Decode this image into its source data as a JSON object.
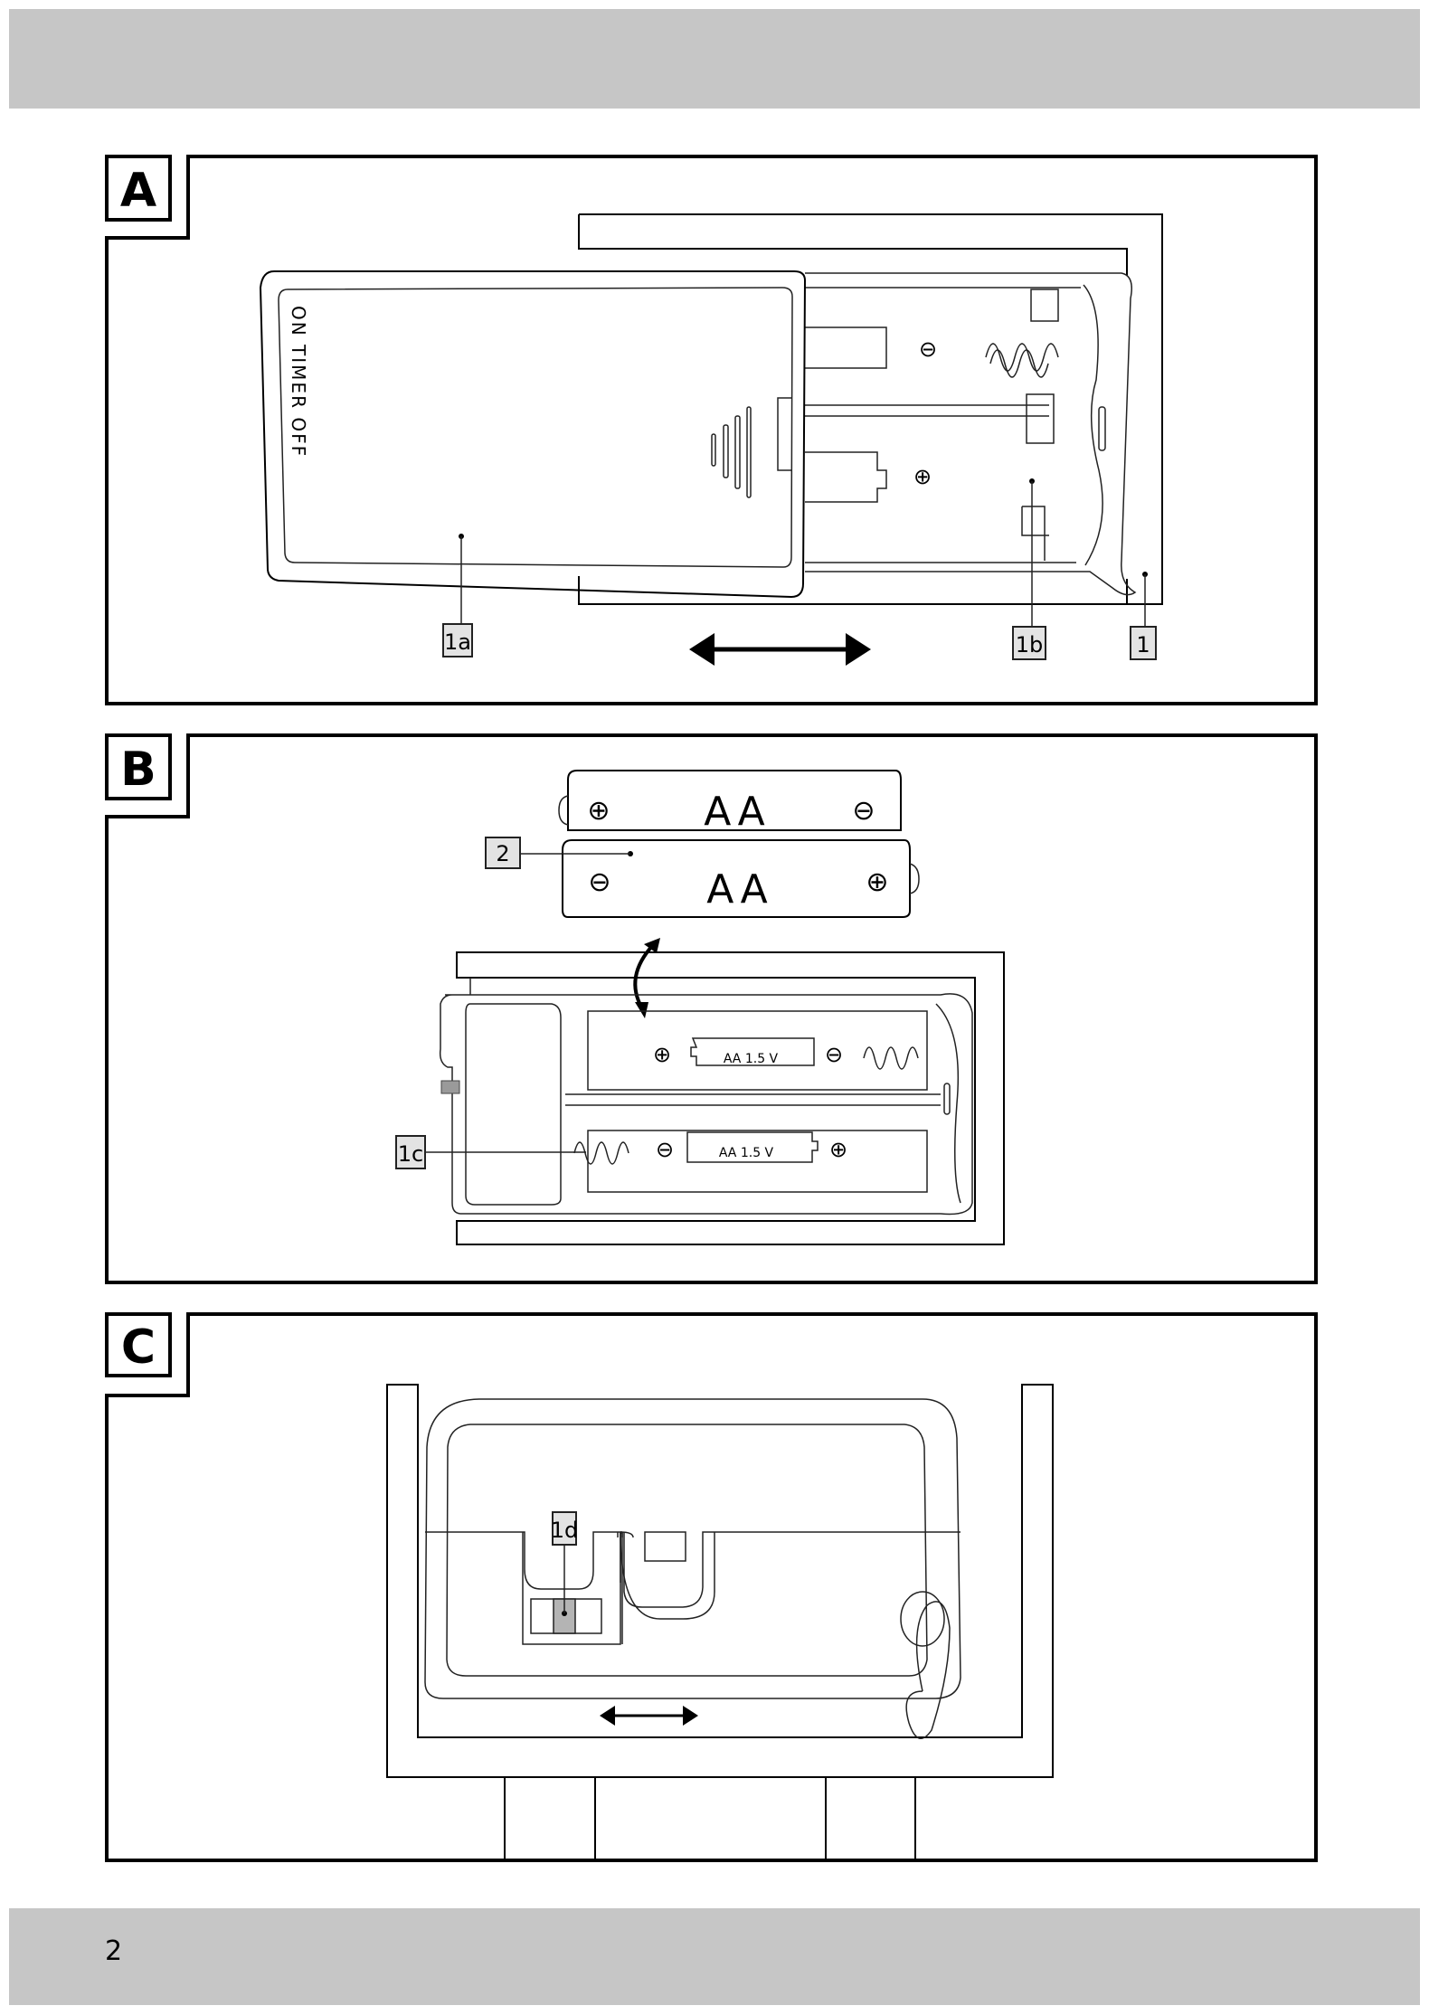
{
  "page": {
    "number": "2"
  },
  "panels": [
    {
      "id": "A",
      "label": "A",
      "cover_text": "ON  TIMER  OFF",
      "callouts": [
        "1a",
        "1b",
        "1"
      ],
      "polarity": {
        "top_slot": "⊖",
        "bottom_slot": "⊕"
      }
    },
    {
      "id": "B",
      "label": "B",
      "batteries": [
        {
          "text": "AA",
          "left_symbol": "⊕",
          "right_symbol": "⊖"
        },
        {
          "text": "AA",
          "left_symbol": "⊖",
          "right_symbol": "⊕"
        }
      ],
      "slots": [
        {
          "text": "AA 1.5 V",
          "left_symbol": "⊕",
          "right_symbol": "⊖"
        },
        {
          "text": "AA 1.5 V",
          "left_symbol": "⊖",
          "right_symbol": "⊕"
        }
      ],
      "callouts": [
        "2",
        "1c"
      ]
    },
    {
      "id": "C",
      "label": "C",
      "callouts": [
        "1d"
      ],
      "switch_color": "#b4b4b4"
    }
  ]
}
